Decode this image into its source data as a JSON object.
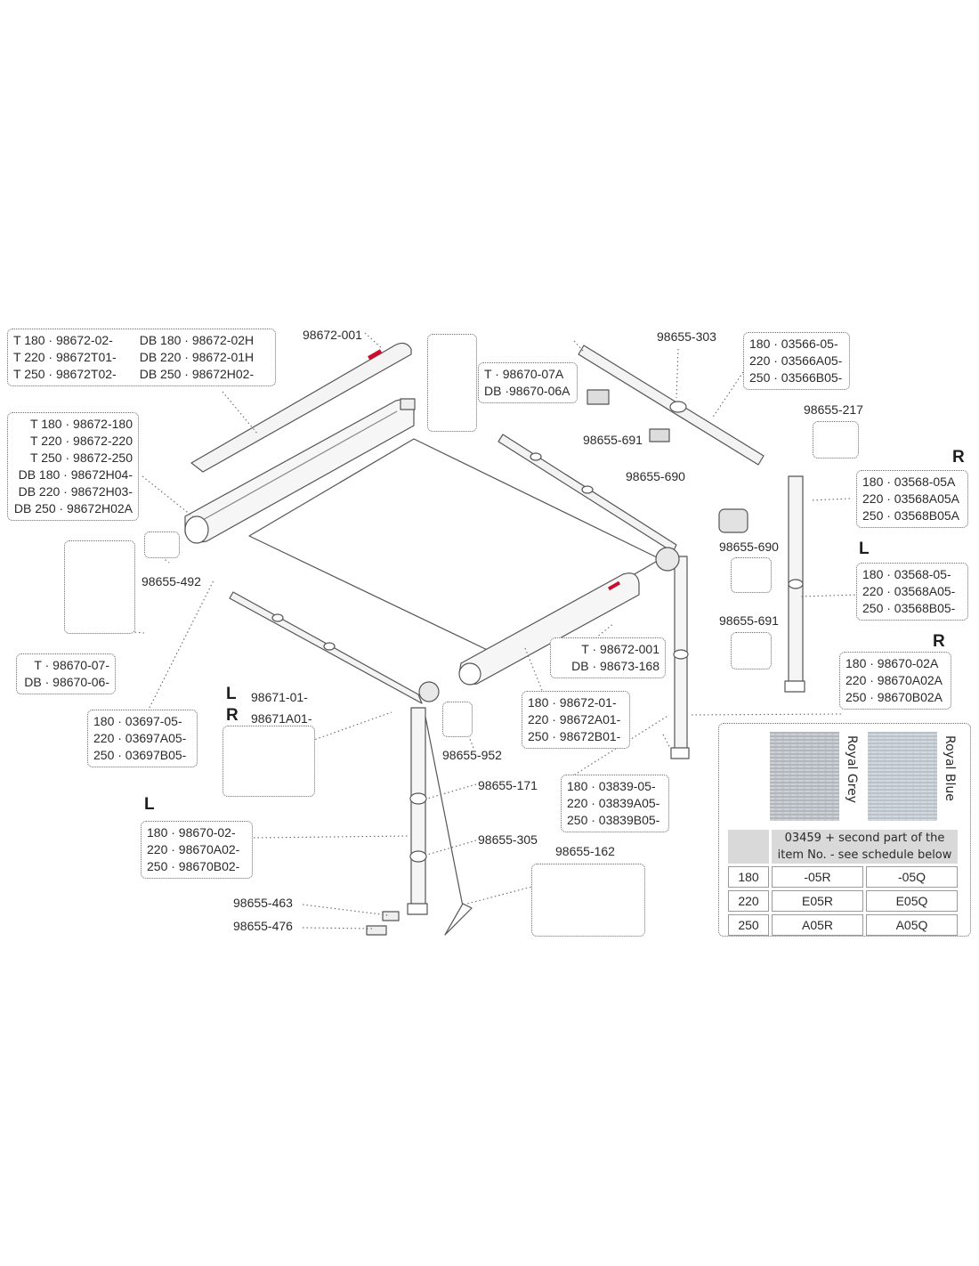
{
  "boxes": {
    "front_profile": {
      "col1": [
        "T 180 · 98672-02-",
        "T 220 · 98672T01-",
        "T 250 · 98672T02-"
      ],
      "col2": [
        "DB 180 · 98672-02H",
        "DB 220 · 98672-01H",
        "DB 250 · 98672H02-"
      ]
    },
    "case": [
      "T 180 · 98672-180",
      "T 220 · 98672-220",
      "T 250 · 98672-250",
      "DB 180 · 98672H04-",
      "DB 220 · 98672H03-",
      "DB 250 · 98672H02A"
    ],
    "end_cap_right": [
      "T · 98670-07A",
      "DB ·98670-06A"
    ],
    "end_cap_left": [
      "T · 98670-07-",
      "DB · 98670-06-"
    ],
    "top_rafter": [
      "180 · 03566-05-",
      "220 · 03566A05-",
      "250 · 03566B05-"
    ],
    "right_leg_r": [
      "180 · 03568-05A",
      "220 · 03568A05A",
      "250 · 03568B05A"
    ],
    "right_leg_l": [
      "180 · 03568-05-",
      "220 · 03568A05-",
      "250 · 03568B05-"
    ],
    "roller_cap": [
      "T · 98672-001",
      "DB · 98673-168"
    ],
    "front_rail": [
      "180 · 98672-01-",
      "220 · 98672A01-",
      "250 · 98672B01-"
    ],
    "left_rafter": [
      "180 · 03697-05-",
      "220 · 03697A05-",
      "250 · 03697B05-"
    ],
    "joint_parts": [
      "98671-01-",
      "98671A01-"
    ],
    "leg_lower_r": [
      "180 · 98670-02A",
      "220 · 98670A02A",
      "250 · 98670B02A"
    ],
    "mid_leg": [
      "180 · 03839-05-",
      "220 · 03839A05-",
      "250 · 03839B05-"
    ],
    "left_leg": [
      "180 · 98670-02-",
      "220 · 98670A02-",
      "250 · 98670B02-"
    ]
  },
  "labels": {
    "p98672_001": "98672-001",
    "p98655_303": "98655-303",
    "p98655_217": "98655-217",
    "p98655_691a": "98655-691",
    "p98655_690a": "98655-690",
    "p98655_690b": "98655-690",
    "p98655_691b": "98655-691",
    "p98655_492": "98655-492",
    "p98655_952": "98655-952",
    "p98655_171": "98655-171",
    "p98655_305": "98655-305",
    "p98655_162": "98655-162",
    "p98655_463": "98655-463",
    "p98655_476": "98655-476"
  },
  "side_marks": {
    "r1": "R",
    "l1": "L",
    "r2": "R",
    "l_joint": "L",
    "r_joint": "R",
    "l_leg": "L"
  },
  "fabric": {
    "swatches": [
      {
        "name": "Royal Grey",
        "color": "#b9bec4"
      },
      {
        "name": "Royal Blue",
        "color": "#c2c9d1"
      }
    ],
    "schedule_header": [
      "03459 + second part of the",
      "item No. - see schedule below"
    ],
    "rows": [
      {
        "size": "180",
        "grey": "-05R",
        "blue": "-05Q"
      },
      {
        "size": "220",
        "grey": "E05R",
        "blue": "E05Q"
      },
      {
        "size": "250",
        "grey": "A05R",
        "blue": "A05Q"
      }
    ]
  },
  "colors": {
    "line": "#555555",
    "brand_red": "#c8102e",
    "panel_border": "#6b6b6b"
  }
}
